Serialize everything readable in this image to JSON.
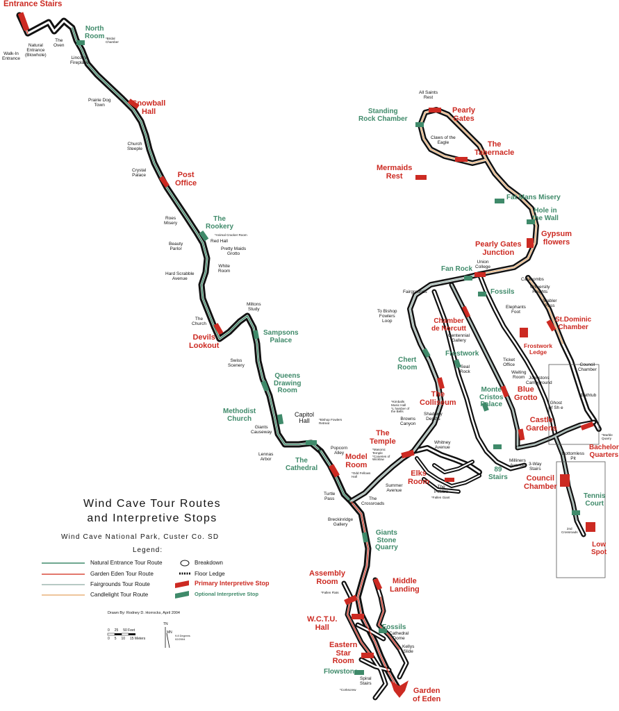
{
  "title_lines": [
    "Wind Cave Tour Routes",
    "and Interpretive Stops"
  ],
  "subtitle": "Wind Cave National Park, Custer Co. SD",
  "legend": {
    "heading": "Legend:",
    "routes": [
      {
        "label": "Natural Entrance Tour Route",
        "color": "#3f8a6a"
      },
      {
        "label": "Garden Eden Tour Route",
        "color": "#d84a3c"
      },
      {
        "label": "Fairgrounds Tour Route",
        "color": "#9fb7b0"
      },
      {
        "label": "Candlelight Tour Route",
        "color": "#e8b27a"
      }
    ],
    "symbols": {
      "breakdown": "Breakdown",
      "floor_ledge": "Floor Ledge",
      "primary_stop": "Primary Interpretive Stop",
      "optional_stop": "Optional Interpretive Stop"
    }
  },
  "credit": "Drawn By: Rodney D. Horrocks, April 2004",
  "scale": {
    "feet": "0     25     50 Feet",
    "meters": "0     5     10     15 Meters"
  },
  "north": {
    "tn": "TN",
    "mn": "MN",
    "decl": "9.8 Degrees\n02/2004"
  },
  "colors": {
    "primary_stop": "#cc2a22",
    "optional_stop": "#3f8a6a",
    "cave_outline": "#111111",
    "natural_entrance_route": "#3f8a6a",
    "garden_eden_route": "#d84a3c",
    "fairgrounds_route": "#9fb7b0",
    "candlelight_route": "#e8b27a"
  },
  "primary_stops": {
    "entrance_stairs": "Entrance Stairs",
    "snowball_hall": "Snowball\nHall",
    "post_office": "Post\nOffice",
    "devils_lookout": "Devils\nLookout",
    "pearly_gates": "Pearly\nGates",
    "the_tabernacle": "The\nTabernacle",
    "mermaids_rest": "Mermaids\nRest",
    "gypsum_flowers": "Gypsum\nflowers",
    "pearly_gates_junction": "Pearly Gates\nJunction",
    "st_dominic_chamber": "St.Dominic\nChamber",
    "chamber_de_norcutt": "Chamber\nde Norcutt",
    "frostwork_ledge": "Frostwork\nLedge",
    "the_colliseum": "The\nColliseum",
    "blue_grotto": "Blue\nGrotto",
    "castle_gardens": "Castle\nGardens",
    "bachelor_quarters": "Bachelor\nQuarters",
    "the_temple": "The\nTemple",
    "model_room": "Model\nRoom",
    "elks_room": "Elks\nRoom",
    "council_chamber": "Council\nChamber",
    "low_spot": "Low\nSpot",
    "assembly_room": "Assembly\nRoom",
    "middle_landing": "Middle\nLanding",
    "wctu_hall": "W.C.T.U.\nHall",
    "eastern_star_room": "Eastern\nStar\nRoom",
    "garden_of_eden": "Garden\nof Eden"
  },
  "optional_stops": {
    "north_room": "North\nRoom",
    "the_rookery": "The\nRookery",
    "sampsons_palace": "Sampsons\nPalace",
    "queens_drawing_room": "Queens\nDrawing\nRoom",
    "methodist_church": "Methodist\nChurch",
    "the_cathedral": "The\nCathedral",
    "standing_rock_chamber": "Standing\nRock Chamber",
    "fat_mans_misery": "Fat Mans Misery",
    "hole_in_the_wall": "Hole in\nthe Wall",
    "fan_rock": "Fan Rock",
    "fossils_upper": "Fossils",
    "chert_room": "Chert\nRoom",
    "frostwork": "Frostwork",
    "monte_cristos_palace": "Monte\nCristos\nPalace",
    "89_stairs": "89\nStairs",
    "giants_stone_quarry": "Giants\nStone\nQuarry",
    "tennis_court": "Tennis\nCourt",
    "fossils_lower": "Fossils",
    "flowstone": "Flowstone"
  },
  "place_labels": {
    "walk_in_entrance": "Walk-In\nEntrance",
    "natural_entrance": "Natural\nEntrance\n(Blowhole)",
    "the_oven": "The\nOven",
    "lincolns_fireplace": "Lincolns\nFireplace",
    "prairie_dog_town": "Prairie Dog\nTown",
    "church_steeple": "Church\nSteeple",
    "crystal_palace": "Crystal\nPalace",
    "roes_misery": "Roes\nMisery",
    "red_hall": "Red Hall",
    "pretty_maids_grotto": "Pretty Maids\nGrotto",
    "beauty_parlor": "Beauty\nParlor",
    "white_room": "White\nRoom",
    "hard_scrabble_avenue": "Hard Scrabble\nAvenue",
    "the_church": "The\nChurch",
    "miltons_study": "Miltons\nStudy",
    "swiss_scenery": "Swiss\nScenery",
    "giants_causeway": "Giants\nCauseway",
    "lennas_arbor": "Lennas\nArbor",
    "capitol_hall": "Capitol\nHall",
    "popcorn_alley": "Popcorn\nAlley",
    "turtle_pass": "Turtle\nPass",
    "the_crossroads": "The\nCrossroads",
    "summer_avenue": "Summer\nAvenue",
    "breckinridge_gallery": "Breckinridge\nGallery",
    "all_saints_rest": "All Saints\nRest",
    "claws_of_the_eagle": "Claws of the\nEagle",
    "union_college": "Union\nCollege",
    "catacombs": "Catacombs",
    "university_heights": "University\nHeights",
    "stabler_pass": "Stabler\nPass",
    "fairgrounds": "Fairgrounds",
    "to_bishop_fowlers_loop": "To Bishop\nFowlers\nLoop",
    "elephants_foot": "Elephants\nFoot",
    "centennial_gallery": "Centennial\nGallery",
    "ticket_office": "Ticket\nOffice",
    "seal_rock": "Seal\nRock",
    "waiting_room": "Waiting\nRoom",
    "johnstons_campground": "Johnstons\nCampground",
    "council_chamber_small": "Council\nChamber",
    "bathtub": "Bathtub",
    "ghost_of_shoe": "Ghost\nof Sh e",
    "browns_canyon": "Browns\nCanyon",
    "shadowy_depths": "Shadowy\nDepths",
    "whitney_avenue": "Whitney\nAvenue",
    "the_pebble": "The\nPebble",
    "milliners_avenue": "Milliners\nAvenue",
    "three_way_stairs": "3-Way\nStairs",
    "bottomless_pit": "Bottomless\nPit",
    "cathedral_dome": "Cathedral\nDome",
    "kellys_slide": "Kellys\nSlide",
    "spiral_stairs": "Spiral\nStairs",
    "second_crossroads": "2nd\nCrossroads"
  },
  "notes": {
    "bridal_chamber": "*Bridal\nChamber",
    "animal_cracker_room": "*Animal Cracker Room",
    "bishop_fowlers_retreat": "*Bishop Fowlers\nRetreat",
    "odd_fellows_hall": "*Odd Fellows\nHall",
    "masonic_temple": "*Masonic\nTemple\n*Coneries of\nWicklow",
    "fallen_giant": "*Fallen Giant",
    "kimballs_music_hall": "*Kimballs\nMusic Hall\n*L hamber of\nthe Bells",
    "marble_quarry": "*Marble\nQuarry",
    "fallen_flats": "*Fallen Flats",
    "corkscrew": "*Corkscrew"
  }
}
